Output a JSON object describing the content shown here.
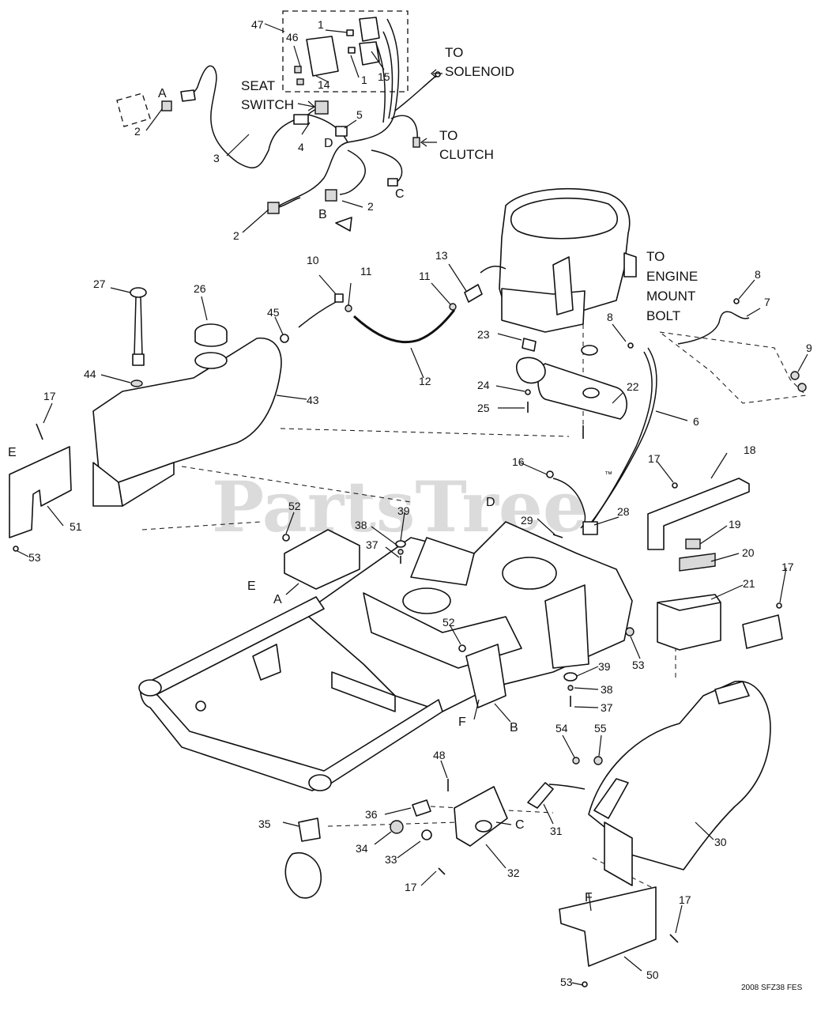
{
  "watermark": "PartsTree",
  "watermark_tm": "™",
  "drawing_number": "2008 SFZ38 FES",
  "notes": {
    "seat_switch_1": "SEAT",
    "seat_switch_2": "SWITCH",
    "to_solenoid_1": "TO",
    "to_solenoid_2": "SOLENOID",
    "to_clutch_1": "TO",
    "to_clutch_2": "CLUTCH",
    "to_engine_1": "TO",
    "to_engine_2": "ENGINE",
    "to_engine_3": "MOUNT",
    "to_engine_4": "BOLT"
  },
  "callouts": [
    {
      "label": "47"
    },
    {
      "label": "46"
    },
    {
      "label": "1"
    },
    {
      "label": "1"
    },
    {
      "label": "14"
    },
    {
      "label": "15"
    },
    {
      "label": "A"
    },
    {
      "label": "2"
    },
    {
      "label": "3"
    },
    {
      "label": "4"
    },
    {
      "label": "5"
    },
    {
      "label": "D"
    },
    {
      "label": "C"
    },
    {
      "label": "B"
    },
    {
      "label": "2"
    },
    {
      "label": "2"
    },
    {
      "label": "10"
    },
    {
      "label": "11"
    },
    {
      "label": "11"
    },
    {
      "label": "13"
    },
    {
      "label": "12"
    },
    {
      "label": "27"
    },
    {
      "label": "26"
    },
    {
      "label": "45"
    },
    {
      "label": "44"
    },
    {
      "label": "43"
    },
    {
      "label": "17"
    },
    {
      "label": "E"
    },
    {
      "label": "51"
    },
    {
      "label": "53"
    },
    {
      "label": "8"
    },
    {
      "label": "7"
    },
    {
      "label": "8"
    },
    {
      "label": "9"
    },
    {
      "label": "6"
    },
    {
      "label": "23"
    },
    {
      "label": "22"
    },
    {
      "label": "24"
    },
    {
      "label": "25"
    },
    {
      "label": "16"
    },
    {
      "label": "D"
    },
    {
      "label": "29"
    },
    {
      "label": "28"
    },
    {
      "label": "17"
    },
    {
      "label": "18"
    },
    {
      "label": "19"
    },
    {
      "label": "20"
    },
    {
      "label": "21"
    },
    {
      "label": "17"
    },
    {
      "label": "52"
    },
    {
      "label": "39"
    },
    {
      "label": "38"
    },
    {
      "label": "37"
    },
    {
      "label": "E"
    },
    {
      "label": "A"
    },
    {
      "label": "52"
    },
    {
      "label": "53"
    },
    {
      "label": "39"
    },
    {
      "label": "38"
    },
    {
      "label": "37"
    },
    {
      "label": "F"
    },
    {
      "label": "B"
    },
    {
      "label": "54"
    },
    {
      "label": "55"
    },
    {
      "label": "48"
    },
    {
      "label": "36"
    },
    {
      "label": "C"
    },
    {
      "label": "31"
    },
    {
      "label": "35"
    },
    {
      "label": "34"
    },
    {
      "label": "33"
    },
    {
      "label": "32"
    },
    {
      "label": "17"
    },
    {
      "label": "30"
    },
    {
      "label": "F"
    },
    {
      "label": "17"
    },
    {
      "label": "50"
    },
    {
      "label": "53"
    }
  ]
}
